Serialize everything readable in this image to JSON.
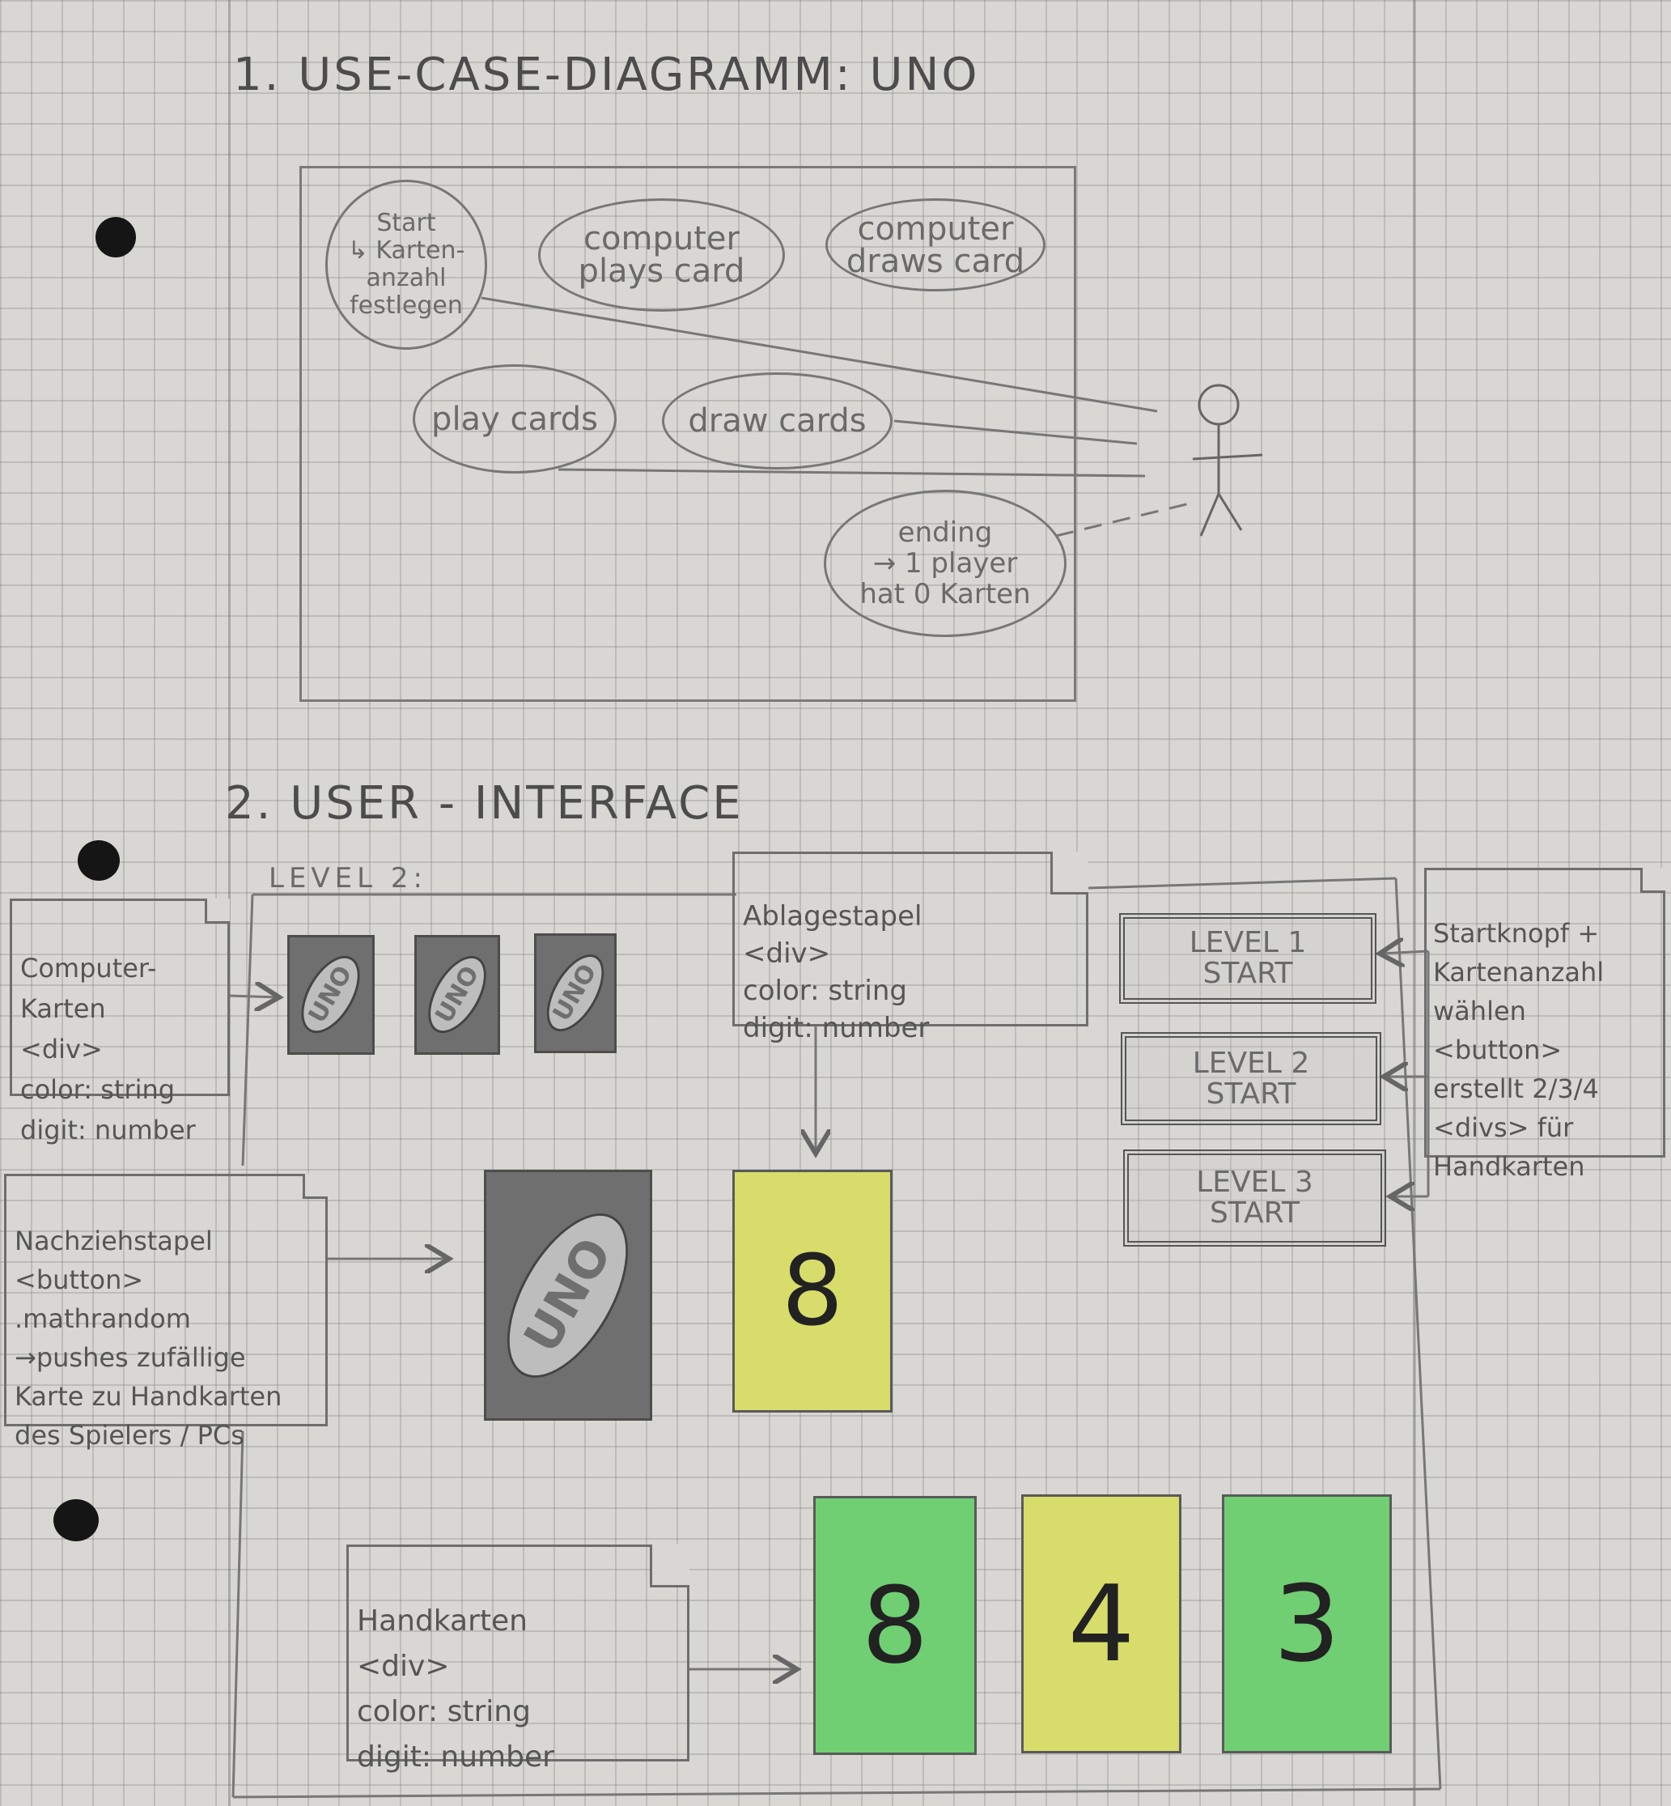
{
  "section1": {
    "heading": "1. USE-CASE-DIAGRAMM: UNO",
    "use_cases": [
      "Start\n↳ Karten-\nanzahl\nfestlegen",
      "computer\nplays card",
      "computer\ndraws card",
      "play cards",
      "draw cards",
      "ending\n→ 1 player\nhat 0 Karten"
    ]
  },
  "section2": {
    "heading": "2. USER - INTERFACE",
    "level_label": "LEVEL 2:",
    "notes": {
      "computer_cards": "Computer-Karten\n<div>\ncolor: string\ndigit: number",
      "ablagestapel": "Ablagestapel\n<div>\ncolor: string\ndigit: number",
      "startknopf": "Startknopf +\nKartenanzahl\nwählen\n<button>\nerstellt 2/3/4\n<divs> für\nHandkarten",
      "nachziehstapel": "Nachziehstapel\n<button>\n.mathrandom\n→pushes zufällige\nKarte zu Handkarten\ndes Spielers / PCs",
      "handkarten": "Handkarten\n<div>\ncolor: string\ndigit: number"
    },
    "card_back_text": "UNO",
    "discard_card": {
      "digit": "8",
      "color": "#d8dc6a"
    },
    "hand_cards": [
      {
        "digit": "8",
        "color": "#6fcf72"
      },
      {
        "digit": "4",
        "color": "#d8dc6a"
      },
      {
        "digit": "3",
        "color": "#6fcf72"
      }
    ],
    "level_buttons": [
      "LEVEL 1\nSTART",
      "LEVEL 2\nSTART",
      "LEVEL 3\nSTART"
    ]
  }
}
